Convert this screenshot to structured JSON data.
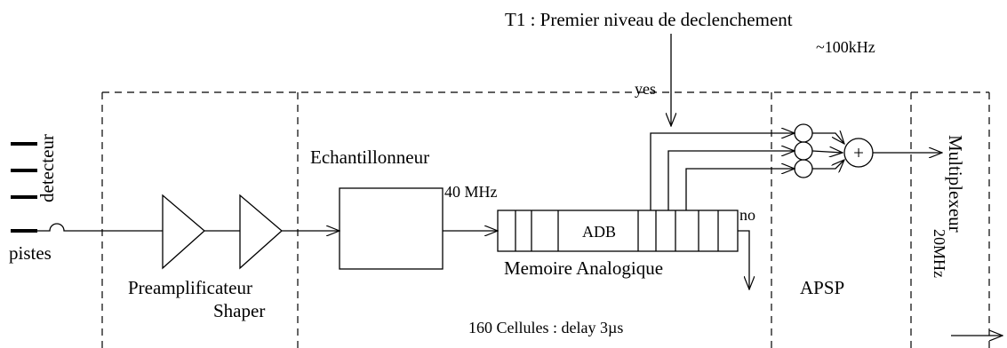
{
  "trigger": {
    "title": "T1 : Premier niveau de declenchement",
    "rate": "~100kHz",
    "yes": "yes"
  },
  "detector": {
    "label": "detecteur",
    "strips": "pistes"
  },
  "preamp": {
    "label1": "Preamplificateur",
    "label2": "Shaper"
  },
  "sampler": {
    "label": "Echantillonneur",
    "clock": "40 MHz"
  },
  "memory": {
    "block": "ADB",
    "label": "Memoire Analogique",
    "no": "no",
    "cells": "160 Cellules : delay 3µs"
  },
  "apsp": {
    "label": "APSP",
    "sum": "+"
  },
  "multiplexer": {
    "label": "Multiplexeur",
    "rate": "20MHz"
  }
}
